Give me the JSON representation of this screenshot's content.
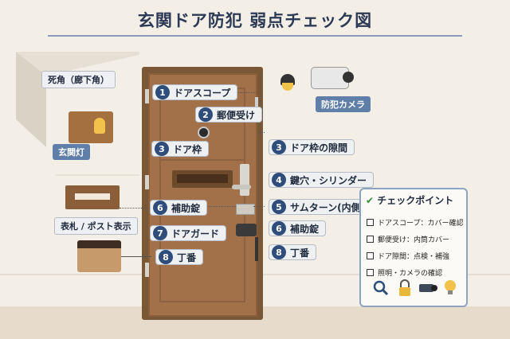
{
  "title": "玄関ドア防犯 弱点チェック図",
  "callouts": [
    {
      "num": "1",
      "label": "ドアスコープ"
    },
    {
      "num": "2",
      "label": "郵便受け"
    },
    {
      "num": "3",
      "label": "ドア枠"
    },
    {
      "num": "3",
      "label": "ドア枠の隙間"
    },
    {
      "num": "4",
      "label": "鍵穴・シリンダー"
    },
    {
      "num": "5",
      "label": "サムターン(内側)"
    },
    {
      "num": "6",
      "label": "補助錠"
    },
    {
      "num": "6",
      "label": "補助錠"
    },
    {
      "num": "7",
      "label": "ドアガード"
    },
    {
      "num": "8",
      "label": "丁番"
    },
    {
      "num": "8",
      "label": "丁番"
    }
  ],
  "tags": {
    "blind_spot": "死角（廊下角）",
    "entrance_light": "玄関灯",
    "nameplate": "表札 / ポスト表示",
    "camera": "防犯カメラ"
  },
  "checklist": {
    "title": "チェックポイント",
    "items": [
      "ドアスコープ：カバー確認",
      "郵便受け：内筒カバー",
      "ドア隙間：点検・補強",
      "照明・カメラの確認"
    ],
    "icons": [
      "magnifier-icon",
      "padlock-icon",
      "camera-icon",
      "lightbulb-icon"
    ]
  },
  "colors": {
    "accent": "#2f4d7a",
    "door": "#a37149",
    "frame": "#7a5836",
    "tag_blue": "#5f7fa8"
  }
}
